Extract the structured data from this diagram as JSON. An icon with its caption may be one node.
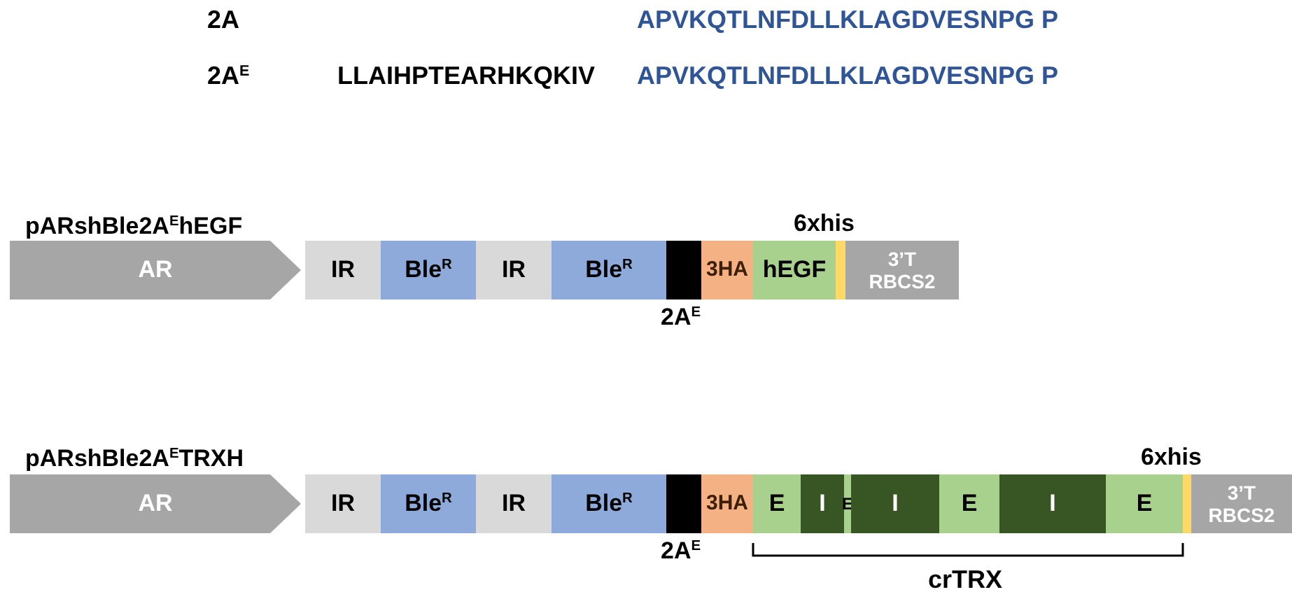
{
  "diagram": {
    "nodes": [
      {
        "text": [
          "AR"
        ]
      },
      {
        "text": [
          "IR"
        ]
      },
      {
        "text": [
          "Ble$^{R}$"
        ]
      },
      {
        "text": [
          "IR"
        ]
      },
      {
        "text": [
          "Ble$^{R}$"
        ]
      },
      {
        "text": [],
        "shape": "box",
        "beside": [
          "2A$^{E}$"
        ]
      },
      {
        "text": [
          "3HA"
        ]
      },
      {
        "text": [
          "hEGF"
        ]
      },
      {
        "text": [],
        "shape": "bar",
        "beside": [
          "6xhis"
        ]
      },
      {
        "text": [
          "3’T RBCS2"
        ]
      },
      {
        "text": [
          "AR"
        ]
      },
      {
        "text": [
          "IR"
        ]
      },
      {
        "text": [
          "Ble$^{R}$"
        ]
      },
      {
        "text": [
          "IR"
        ]
      },
      {
        "text": [
          "Ble$^{R}$"
        ]
      },
      {
        "text": [],
        "shape": "box",
        "beside": [
          "2A$^{E}$"
        ]
      },
      {
        "text": [
          "3HA"
        ]
      },
      {
        "text": [
          "E"
        ]
      },
      {
        "text": [
          "I"
        ]
      },
      {
        "text": [
          "E"
        ]
      },
      {
        "text": [
          "I"
        ]
      },
      {
        "text": [
          "E"
        ]
      },
      {
        "text": [
          "I"
        ]
      },
      {
        "text": [
          "E"
        ]
      },
      {
        "text": [],
        "shape": "bar",
        "beside": [
          "6xhis"
        ]
      },
      {
        "text": [
          "3’T RBCS2"
        ]
      }
    ],
    "edges": [],
    "labels": [
      "2A",
      "APVKQTLNFDLLKLAGDVESNPG P",
      "2A$^{E}$",
      "LLAIHPTEARHKQKIV",
      "APVKQTLNFDLLKLAGDVESNPG P",
      "pARshBle2A$^{E}$hEGF",
      "pARshBle2A$^{E}$TRXH",
      "crTRX"
    ]
  }
}
